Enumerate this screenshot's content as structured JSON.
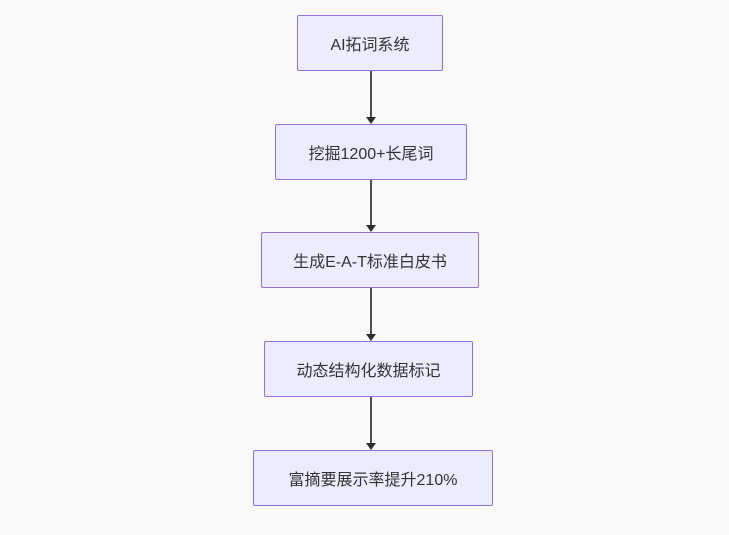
{
  "flowchart": {
    "type": "flowchart",
    "direction": "top-down",
    "nodes": [
      {
        "id": "A",
        "label": "AI拓词系统"
      },
      {
        "id": "B",
        "label": "挖掘1200+长尾词"
      },
      {
        "id": "C",
        "label": "生成E-A-T标准白皮书"
      },
      {
        "id": "D",
        "label": "动态结构化数据标记"
      },
      {
        "id": "E",
        "label": "富摘要展示率提升210%"
      }
    ],
    "edges": [
      {
        "from": "A",
        "to": "B"
      },
      {
        "from": "B",
        "to": "C"
      },
      {
        "from": "C",
        "to": "D"
      },
      {
        "from": "D",
        "to": "E"
      }
    ],
    "colors": {
      "node_fill": "#ECECFF",
      "node_border": "#9370DB",
      "node_text": "#333333",
      "edge_line": "#4d4d4d",
      "edge_arrowhead": "#2f2f2f",
      "background": "#f9f9f9"
    }
  }
}
